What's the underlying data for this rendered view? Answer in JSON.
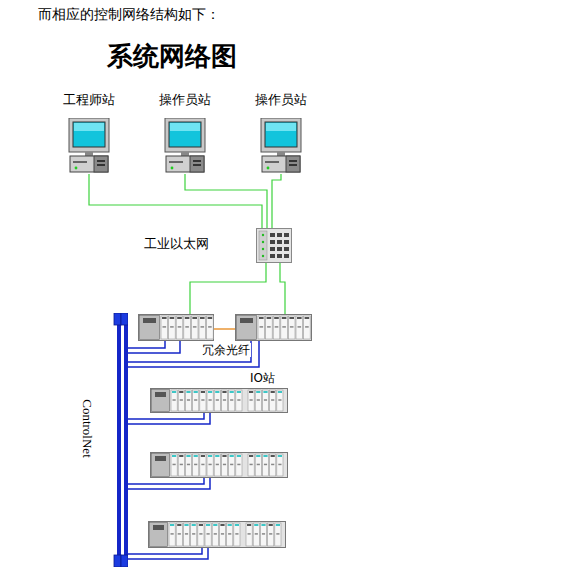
{
  "diagram": {
    "title": "系统网络图",
    "nodes": [
      {
        "text": [
          "工程师站"
        ]
      },
      {
        "text": [
          "操作员站"
        ]
      },
      {
        "text": [
          "操作员站"
        ]
      },
      {
        "text": [
          "工业以太网"
        ]
      },
      {
        "text": []
      },
      {
        "text": []
      },
      {
        "text": [
          "ControlNet"
        ]
      },
      {
        "text": [
          "IO站"
        ]
      },
      {
        "text": []
      },
      {
        "text": []
      }
    ],
    "edges": [
      {
        "from": 0,
        "to": 3,
        "arrow": "none"
      },
      {
        "from": 1,
        "to": 3,
        "arrow": "none"
      },
      {
        "from": 2,
        "to": 3,
        "arrow": "none"
      },
      {
        "from": 3,
        "to": 4,
        "arrow": "none"
      },
      {
        "from": 3,
        "to": 5,
        "arrow": "none"
      },
      {
        "from": 4,
        "to": 5,
        "label": "冗余光纤",
        "arrow": "none"
      },
      {
        "from": 6,
        "to": 4,
        "arrow": "none"
      },
      {
        "from": 6,
        "to": 5,
        "arrow": "none"
      },
      {
        "from": 6,
        "to": 7,
        "arrow": "none"
      },
      {
        "from": 6,
        "to": 8,
        "arrow": "none"
      },
      {
        "from": 6,
        "to": 9,
        "arrow": "none"
      }
    ],
    "labels": [
      "而相应的控制网络结构如下："
    ]
  }
}
